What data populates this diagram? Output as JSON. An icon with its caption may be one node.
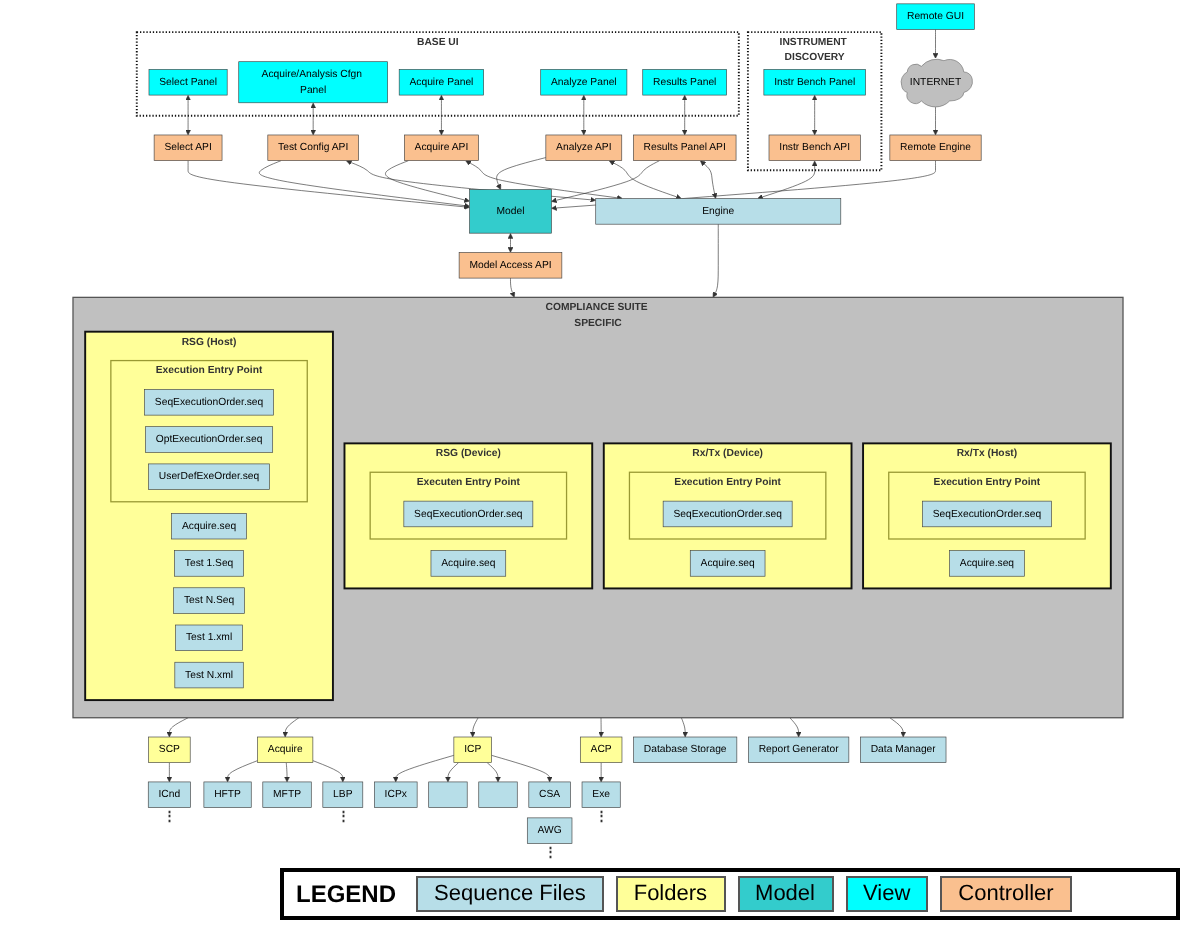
{
  "diagram": {
    "nodes": [
      {
        "text": [
          "Remote GUI"
        ]
      },
      {
        "text": [
          "INTERNET"
        ]
      },
      {
        "text": [
          "Remote Engine"
        ]
      },
      {
        "text": [
          "Model"
        ]
      },
      {
        "text": [
          "Model Access API"
        ]
      },
      {
        "text": [
          "BASE UI"
        ]
      },
      {
        "text": [
          "Select Panel"
        ],
        "in": 5
      },
      {
        "text": [
          "Acquire/Analysis Cfgn Panel"
        ],
        "in": 5
      },
      {
        "text": [
          "Acquire Panel"
        ],
        "in": 5
      },
      {
        "text": [
          "Analyze Panel"
        ],
        "in": 5
      },
      {
        "text": [
          "Results Panel"
        ],
        "in": 5
      },
      {
        "text": [
          "INSTRUMENT DISCOVERY"
        ]
      },
      {
        "text": [
          "Instr Bench Panel"
        ],
        "in": 11
      },
      {
        "text": [
          "Select API"
        ]
      },
      {
        "text": [
          "Test Config API"
        ]
      },
      {
        "text": [
          "Acquire API"
        ]
      },
      {
        "text": [
          "Analyze API"
        ]
      },
      {
        "text": [
          "Results Panel API"
        ]
      },
      {
        "text": [
          "Instr Bench API"
        ],
        "in": 11
      },
      {
        "text": [
          "Engine"
        ]
      },
      {
        "text": [
          "SCP"
        ]
      },
      {
        "text": [
          "Acquire"
        ]
      },
      {
        "text": [
          "ICP"
        ]
      },
      {
        "text": [
          "ACP"
        ]
      },
      {
        "text": [
          "Database Storage"
        ]
      },
      {
        "text": [
          "Report Generator"
        ]
      },
      {
        "text": [
          "Data Manager"
        ]
      },
      {
        "text": [
          "ICnd"
        ],
        "beside": [
          "⋮"
        ]
      },
      {
        "text": [
          "HFTP"
        ]
      },
      {
        "text": [
          "MFTP"
        ]
      },
      {
        "text": [
          "LBP"
        ],
        "beside": [
          "⋮"
        ]
      },
      {
        "text": [
          "ICPx"
        ]
      },
      {
        "text": [],
        "shape": "box"
      },
      {
        "text": [],
        "shape": "box"
      },
      {
        "text": [
          "CSA"
        ]
      },
      {
        "text": [
          "AWG"
        ],
        "beside": [
          "⋮"
        ]
      },
      {
        "text": [
          "Exe"
        ],
        "beside": [
          "⋮"
        ]
      },
      {
        "text": [
          "COMPLIANCE SUITE SPECIFIC"
        ]
      },
      {
        "text": [
          "Rx/Tx (Host)"
        ],
        "in": 37
      },
      {
        "text": [
          "Execution Entry Point"
        ],
        "in": 38
      },
      {
        "text": [
          "SeqExecutionOrder.seq"
        ],
        "in": 39
      },
      {
        "text": [
          "Acquire.seq"
        ],
        "in": 38
      },
      {
        "text": [
          "Rx/Tx (Device)"
        ],
        "in": 37
      },
      {
        "text": [
          "Execution Entry Point"
        ],
        "in": 42
      },
      {
        "text": [
          "SeqExecutionOrder.seq"
        ],
        "in": 43
      },
      {
        "text": [
          "Acquire.seq"
        ],
        "in": 42
      },
      {
        "text": [
          "RSG (Device)"
        ],
        "in": 37
      },
      {
        "text": [
          "Executen Entry Point"
        ],
        "in": 46
      },
      {
        "text": [
          "SeqExecutionOrder.seq"
        ],
        "in": 47
      },
      {
        "text": [
          "Acquire.seq"
        ],
        "in": 46
      },
      {
        "text": [
          "RSG (Host)"
        ],
        "in": 37
      },
      {
        "text": [
          "Execution Entry Point"
        ],
        "in": 50
      },
      {
        "text": [
          "SeqExecutionOrder.seq"
        ],
        "in": 51
      },
      {
        "text": [
          "OptExecutionOrder.seq"
        ],
        "in": 51
      },
      {
        "text": [
          "UserDefExeOrder.seq"
        ],
        "in": 51
      },
      {
        "text": [
          "Acquire.seq"
        ],
        "in": 50
      },
      {
        "text": [
          "Test 1.Seq"
        ],
        "in": 50
      },
      {
        "text": [
          "Test N.Seq"
        ],
        "in": 50
      },
      {
        "text": [
          "Test 1.xml"
        ],
        "in": 50
      },
      {
        "text": [
          "Test N.xml"
        ],
        "in": 50
      }
    ],
    "edges": [
      {
        "from": 0,
        "to": 1,
        "arrow": "to"
      },
      {
        "from": 1,
        "to": 2,
        "arrow": "to"
      },
      {
        "from": 2,
        "to": 3,
        "arrow": "to"
      },
      {
        "from": 3,
        "to": 4,
        "arrow": "both"
      },
      {
        "from": 6,
        "to": 13,
        "arrow": "both"
      },
      {
        "from": 7,
        "to": 14,
        "arrow": "both"
      },
      {
        "from": 8,
        "to": 15,
        "arrow": "both"
      },
      {
        "from": 9,
        "to": 16,
        "arrow": "both"
      },
      {
        "from": 10,
        "to": 17,
        "arrow": "both"
      },
      {
        "from": 12,
        "to": 18,
        "arrow": "both"
      },
      {
        "from": 13,
        "to": 3,
        "arrow": "to"
      },
      {
        "from": 14,
        "to": 3,
        "arrow": "to"
      },
      {
        "from": 15,
        "to": 3,
        "arrow": "to"
      },
      {
        "from": 16,
        "to": 3,
        "arrow": "to"
      },
      {
        "from": 17,
        "to": 3,
        "arrow": "to"
      },
      {
        "from": 14,
        "to": 19,
        "arrow": "both"
      },
      {
        "from": 15,
        "to": 19,
        "arrow": "both"
      },
      {
        "from": 16,
        "to": 19,
        "arrow": "both"
      },
      {
        "from": 17,
        "to": 19,
        "arrow": "both"
      },
      {
        "from": 18,
        "to": 19,
        "arrow": "both"
      },
      {
        "from": 19,
        "to": 37,
        "arrow": "to"
      },
      {
        "from": 4,
        "to": 37,
        "arrow": "to"
      },
      {
        "from": 37,
        "to": 20,
        "arrow": "to"
      },
      {
        "from": 37,
        "to": 21,
        "arrow": "to"
      },
      {
        "from": 37,
        "to": 22,
        "arrow": "to"
      },
      {
        "from": 37,
        "to": 23,
        "arrow": "to"
      },
      {
        "from": 37,
        "to": 24,
        "arrow": "to"
      },
      {
        "from": 37,
        "to": 25,
        "arrow": "to"
      },
      {
        "from": 37,
        "to": 26,
        "arrow": "to"
      },
      {
        "from": 20,
        "to": 27,
        "arrow": "to"
      },
      {
        "from": 21,
        "to": 28,
        "arrow": "to"
      },
      {
        "from": 21,
        "to": 29,
        "arrow": "to"
      },
      {
        "from": 21,
        "to": 30,
        "arrow": "to"
      },
      {
        "from": 22,
        "to": 31,
        "arrow": "to"
      },
      {
        "from": 22,
        "to": 32,
        "arrow": "to"
      },
      {
        "from": 22,
        "to": 33,
        "arrow": "to"
      },
      {
        "from": 22,
        "to": 34,
        "arrow": "to"
      },
      {
        "from": 23,
        "to": 36,
        "arrow": "to"
      }
    ],
    "labels": [
      "LEGEND"
    ],
    "legend": [
      {
        "text": "Sequence Files",
        "color": "#b7dee8"
      },
      {
        "text": "Folders",
        "color": "#ffff99"
      },
      {
        "text": "Model",
        "color": "#33cccc"
      },
      {
        "text": "View",
        "color": "#00ffff"
      },
      {
        "text": "Controller",
        "color": "#fac08f"
      }
    ]
  }
}
